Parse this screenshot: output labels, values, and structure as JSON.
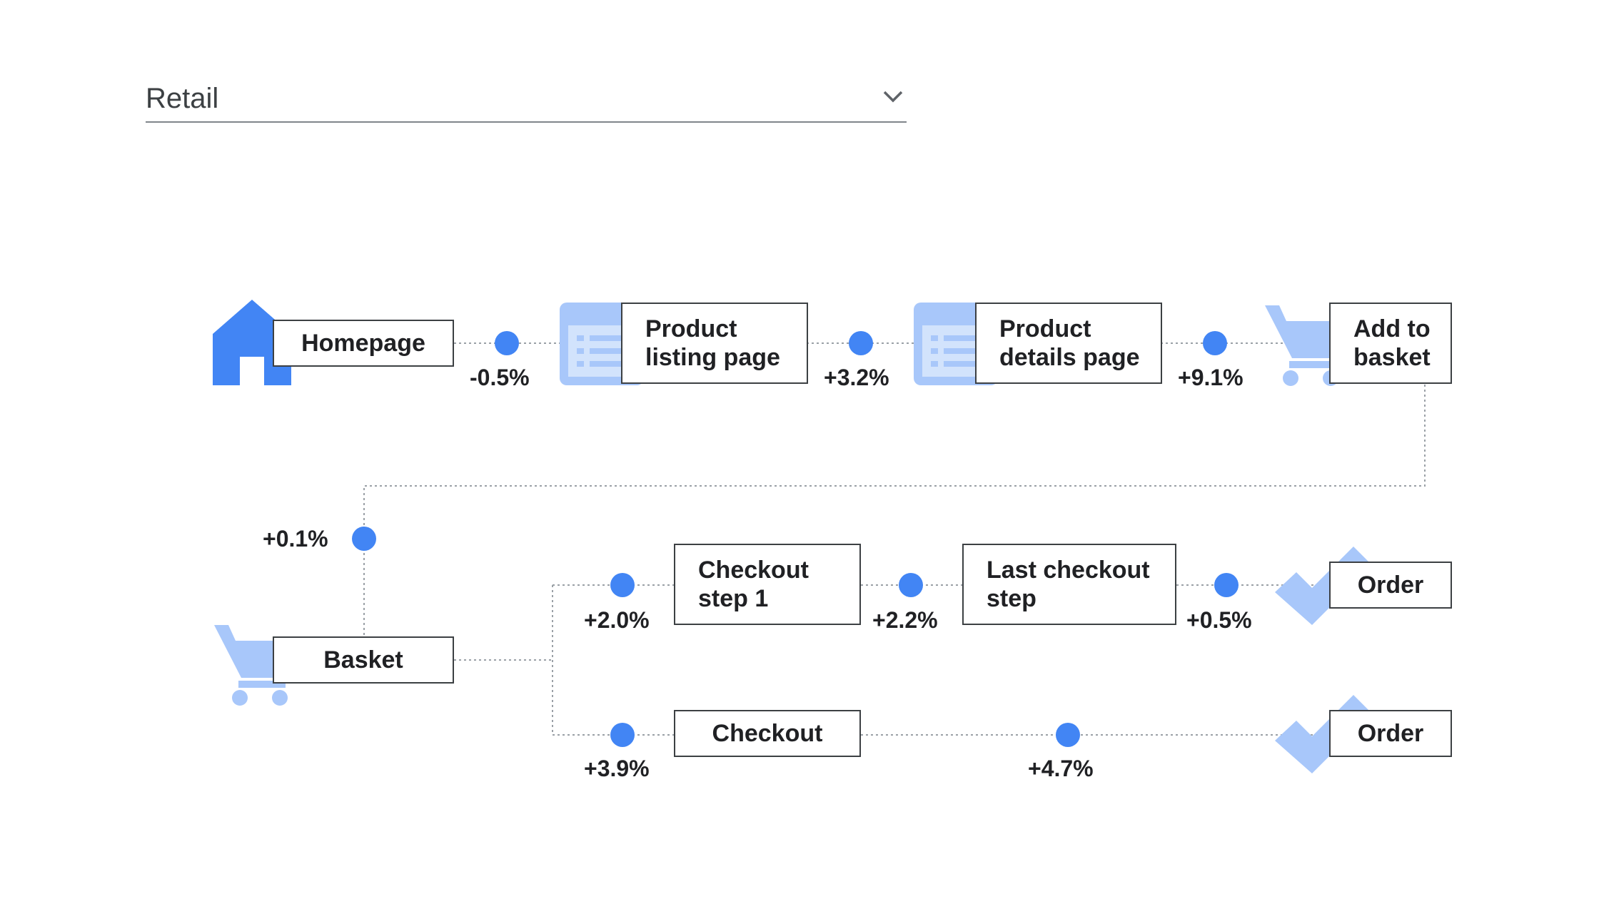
{
  "dropdown": {
    "selected": "Retail",
    "icon": "chevron-down-icon"
  },
  "colors": {
    "accent": "#4285f4",
    "icon_light": "#a8c7fa",
    "border": "#3c4043",
    "connector": "#9aa0a6"
  },
  "nodes": {
    "homepage": "Homepage",
    "product_listing": "Product\nlisting page",
    "product_details": "Product\ndetails page",
    "add_to_basket": "Add to\nbasket",
    "basket": "Basket",
    "checkout_step1": "Checkout\nstep 1",
    "last_checkout_step": "Last checkout\nstep",
    "order_top": "Order",
    "checkout": "Checkout",
    "order_bottom": "Order"
  },
  "rates": {
    "homepage_to_listing": "-0.5%",
    "listing_to_details": "+3.2%",
    "details_to_add": "+9.1%",
    "add_to_basket_step": "+0.1%",
    "basket_to_step1": "+2.0%",
    "step1_to_last": "+2.2%",
    "last_to_order": "+0.5%",
    "basket_to_checkout": "+3.9%",
    "checkout_to_order": "+4.7%"
  },
  "icons": [
    "home-icon",
    "product-list-icon",
    "product-details-icon",
    "shopping-cart-icon",
    "basket-cart-icon",
    "checkmark-icon"
  ]
}
